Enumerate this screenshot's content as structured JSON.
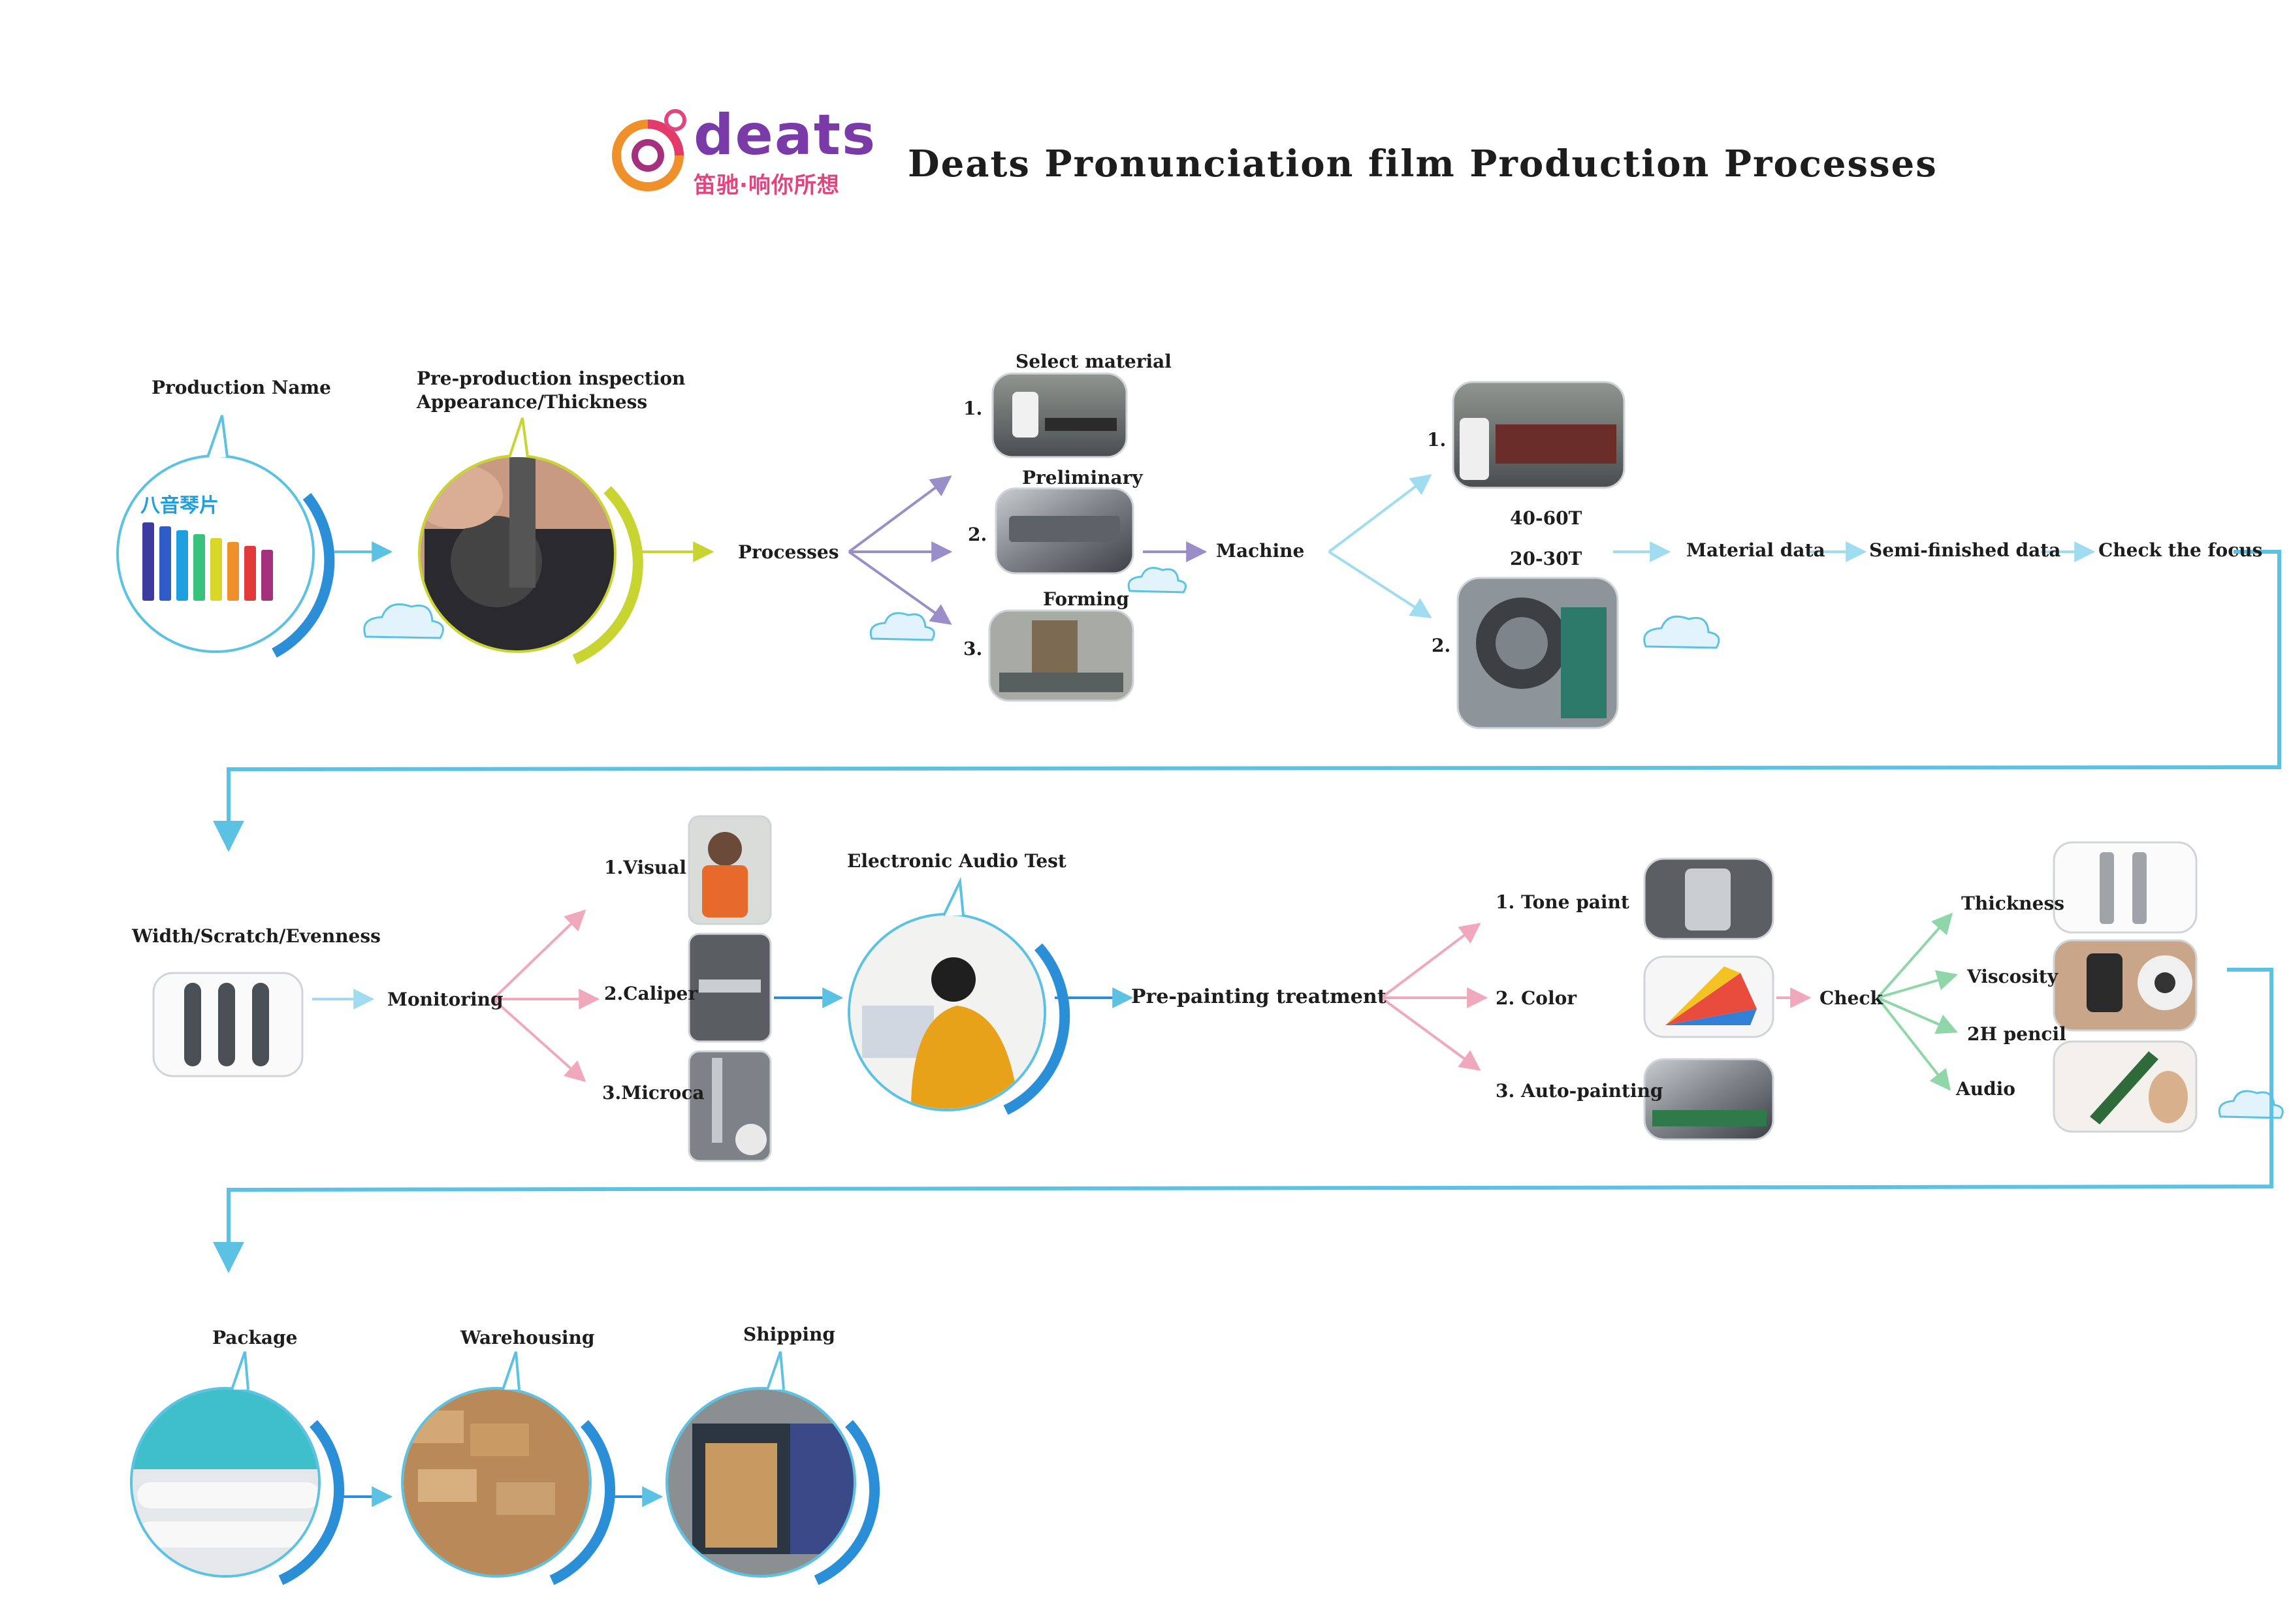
{
  "header": {
    "logo_word": "deats",
    "logo_cn": "笛驰·响你所想",
    "title": "Deats Pronunciation film Production Processes"
  },
  "stage1": {
    "production_name": "Production Name",
    "product_cn": "八音琴片",
    "inspection_line1": "Pre-production inspection",
    "inspection_line2": "Appearance/Thickness",
    "processes": "Processes",
    "steps": [
      {
        "num": "1.",
        "label": "Select material"
      },
      {
        "num": "2.",
        "label": "Preliminary"
      },
      {
        "num": "3.",
        "label": "Forming"
      }
    ],
    "machine": "Machine",
    "machines": [
      {
        "num": "1.",
        "tonnage": "40-60T"
      },
      {
        "num": "2.",
        "tonnage": "20-30T"
      }
    ],
    "material_data": "Material data",
    "semi_finished": "Semi-finished data",
    "check_focus": "Check the focus"
  },
  "stage2": {
    "width_scratch": "Width/Scratch/Evenness",
    "monitoring": "Monitoring",
    "monitor_items": [
      "1.Visual",
      "2.Caliper",
      "3.Microca"
    ],
    "audio_test": "Electronic Audio Test",
    "pre_painting": "Pre-painting treatment",
    "paint_items": [
      "1. Tone paint",
      "2. Color",
      "3. Auto-painting"
    ],
    "check": "Check",
    "check_items": [
      "Thickness",
      "Viscosity",
      "2H pencil",
      "Audio"
    ]
  },
  "stage3": {
    "package": "Package",
    "warehousing": "Warehousing",
    "shipping": "Shipping"
  },
  "colors": {
    "blue": "#5cc2e4",
    "blue_dark": "#2a8fd6",
    "lime": "#c8d430",
    "purple": "#9a8ec8",
    "pink": "#f0a8bc",
    "green": "#8fd6a8",
    "light_blue": "#9fdcf0"
  }
}
